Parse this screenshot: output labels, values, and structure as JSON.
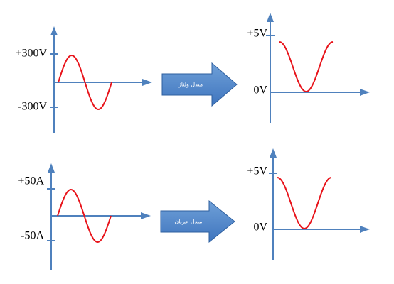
{
  "colors": {
    "axis": "#4f81bd",
    "wave": "#e8141b",
    "arrow_fill_top": "#6fa0d8",
    "arrow_fill_bottom": "#3f75be",
    "arrow_stroke": "#2e5f9f"
  },
  "panels": {
    "top_left": {
      "max_label": "+300V",
      "min_label": "-300V"
    },
    "top_right": {
      "max_label": "+5V",
      "zero_label": "0V"
    },
    "bottom_left": {
      "max_label": "+50A",
      "min_label": "-50A"
    },
    "bottom_right": {
      "max_label": "+5V",
      "zero_label": "0V"
    }
  },
  "arrows": {
    "top": {
      "label": "مبدل ولتاژ"
    },
    "bottom": {
      "label": "مبدل جریان"
    }
  }
}
